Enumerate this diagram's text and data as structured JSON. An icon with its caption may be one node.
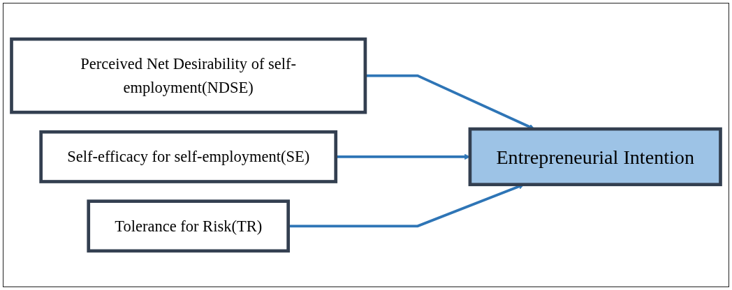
{
  "diagram": {
    "nodes": [
      {
        "text": [
          "Perceived Net Desirability of self-employment(NDSE)"
        ]
      },
      {
        "text": [
          "Self-efficacy for self-employment(SE)"
        ]
      },
      {
        "text": [
          "Tolerance for Risk(TR)"
        ]
      },
      {
        "text": [
          "Entrepreneurial Intention"
        ]
      }
    ],
    "edges": [
      {
        "from": 0,
        "to": 3,
        "arrow": "to"
      },
      {
        "from": 1,
        "to": 3,
        "arrow": "to"
      },
      {
        "from": 2,
        "to": 3,
        "arrow": "to"
      }
    ]
  }
}
